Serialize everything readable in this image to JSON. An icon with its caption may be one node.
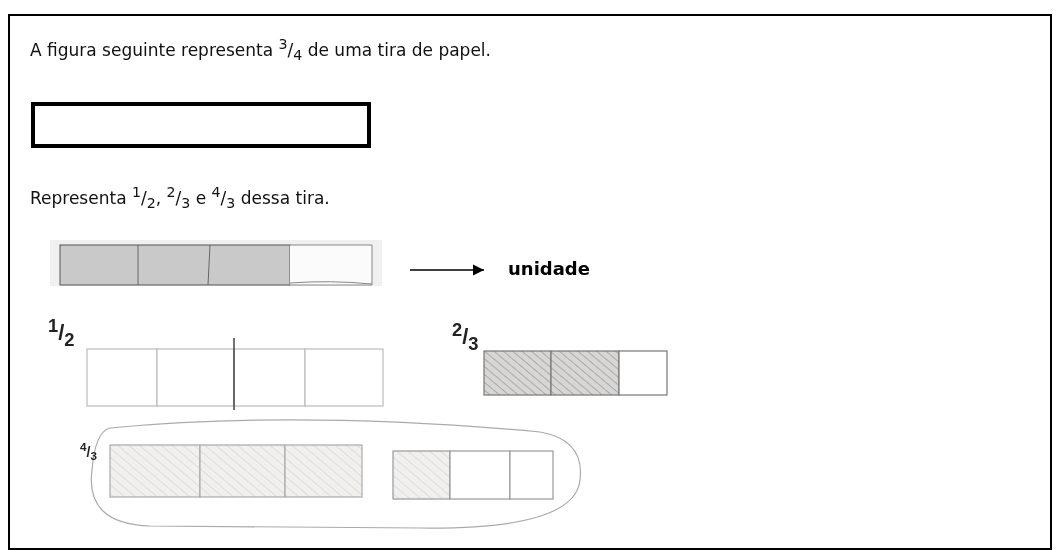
{
  "diagram": {
    "nodes": [
      {
        "text": [],
        "shape": "picture"
      },
      {
        "text": [
          "unidade"
        ]
      }
    ],
    "edges": [
      {
        "from": 0,
        "to": 1,
        "arrow": "to"
      }
    ],
    "labels": [
      "A figura seguinte representa $^{3}$/$_{4}$ de uma tira de papel.",
      "Representa $^{1}$/$_{2}$, $^{2}$/$_{3}$ e $^{4}$/$_{3}$ dessa tira.",
      "$^{1}$/$_{2}$",
      "$^{2}$/$_{3}$",
      "$^{4}$/$_{3}$"
    ]
  }
}
